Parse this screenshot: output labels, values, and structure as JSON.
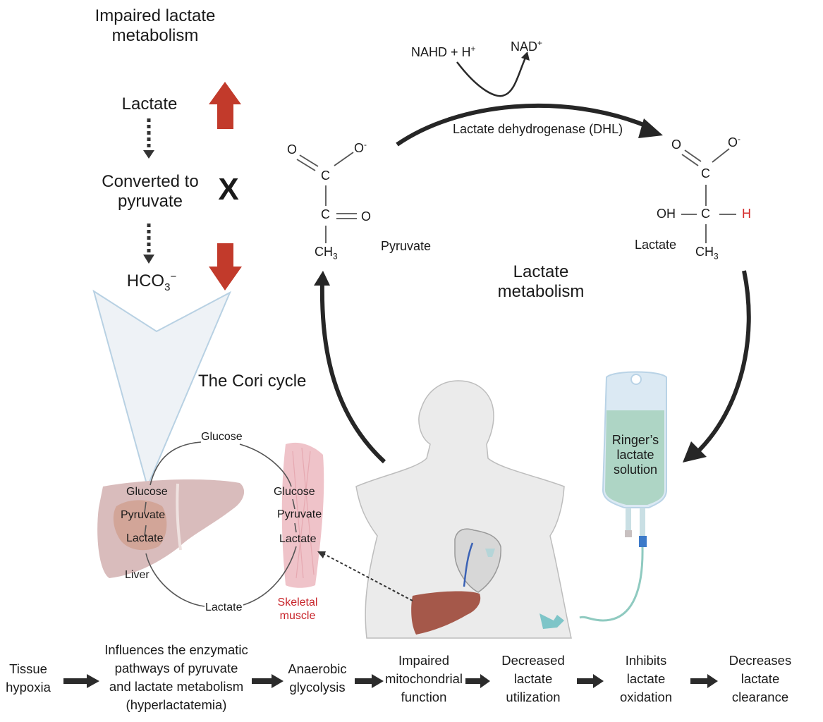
{
  "impaired": {
    "title_line1": "Impaired lactate",
    "title_line2": "metabolism",
    "step1": "Lactate",
    "step2_line1": "Converted to",
    "step2_line2": "pyruvate",
    "step3": "HCO",
    "step3_sub": "3",
    "step3_sup": "−",
    "status_up": "increase",
    "status_block": "X",
    "status_down": "decrease"
  },
  "reaction": {
    "cofactor_in": "NAHD + H",
    "cofactor_in_sup": "+",
    "cofactor_out": "NAD",
    "cofactor_out_sup": "+",
    "enzyme": "Lactate dehydrogenase (DHL)",
    "cycle_label_line1": "Lactate",
    "cycle_label_line2": "metabolism"
  },
  "pyruvate": {
    "name": "Pyruvate",
    "atoms": {
      "o_double": "O",
      "o_minus": "O",
      "minus": "-",
      "c1": "C",
      "c2": "C",
      "o_keto": "O",
      "ch3": "CH",
      "ch3_sub": "3"
    }
  },
  "lactate": {
    "name": "Lactate",
    "atoms": {
      "o_double": "O",
      "o_minus": "O",
      "minus": "-",
      "c1": "C",
      "c2": "C",
      "oh": "OH",
      "h": "H",
      "ch3": "CH",
      "ch3_sub": "3"
    }
  },
  "cori": {
    "title": "The Cori cycle",
    "top": "Glucose",
    "bottom": "Lactate",
    "liver": {
      "label": "Liver",
      "glucose": "Glucose",
      "pyruvate": "Pyruvate",
      "lactate": "Lactate"
    },
    "muscle": {
      "label_line1": "Skeletal",
      "label_line2": "muscle",
      "glucose": "Glucose",
      "pyruvate": "Pyruvate",
      "lactate": "Lactate"
    }
  },
  "iv_bag": {
    "line1": "Ringer’s",
    "line2": "lactate",
    "line3": "solution"
  },
  "flow": [
    {
      "lines": [
        "Tissue",
        "hypoxia"
      ]
    },
    {
      "lines": [
        "Influences the enzymatic",
        "pathways of pyruvate",
        "and lactate metabolism",
        "(hyperlactatemia)"
      ]
    },
    {
      "lines": [
        "Anaerobic",
        "glycolysis"
      ]
    },
    {
      "lines": [
        "Impaired",
        "mitochondrial",
        "function"
      ]
    },
    {
      "lines": [
        "Decreased",
        "lactate",
        "utilization"
      ]
    },
    {
      "lines": [
        "Inhibits",
        "lactate",
        "oxidation"
      ]
    },
    {
      "lines": [
        "Decreases",
        "lactate",
        "clearance"
      ]
    }
  ],
  "colors": {
    "red_arrow": "#c23a2b",
    "cycle_arrow": "#262626",
    "liver_pale": "#d9bcbc",
    "liver_dark": "#a5584a",
    "muscle": "#ecb9bf",
    "bag_fluid": "#a9d3c0",
    "bag_outline": "#b9d3e6",
    "body_fill": "#ebebeb",
    "callout": "#eef2f6",
    "skeletal_label": "#c8252b",
    "h_atom": "#d42a2a"
  }
}
